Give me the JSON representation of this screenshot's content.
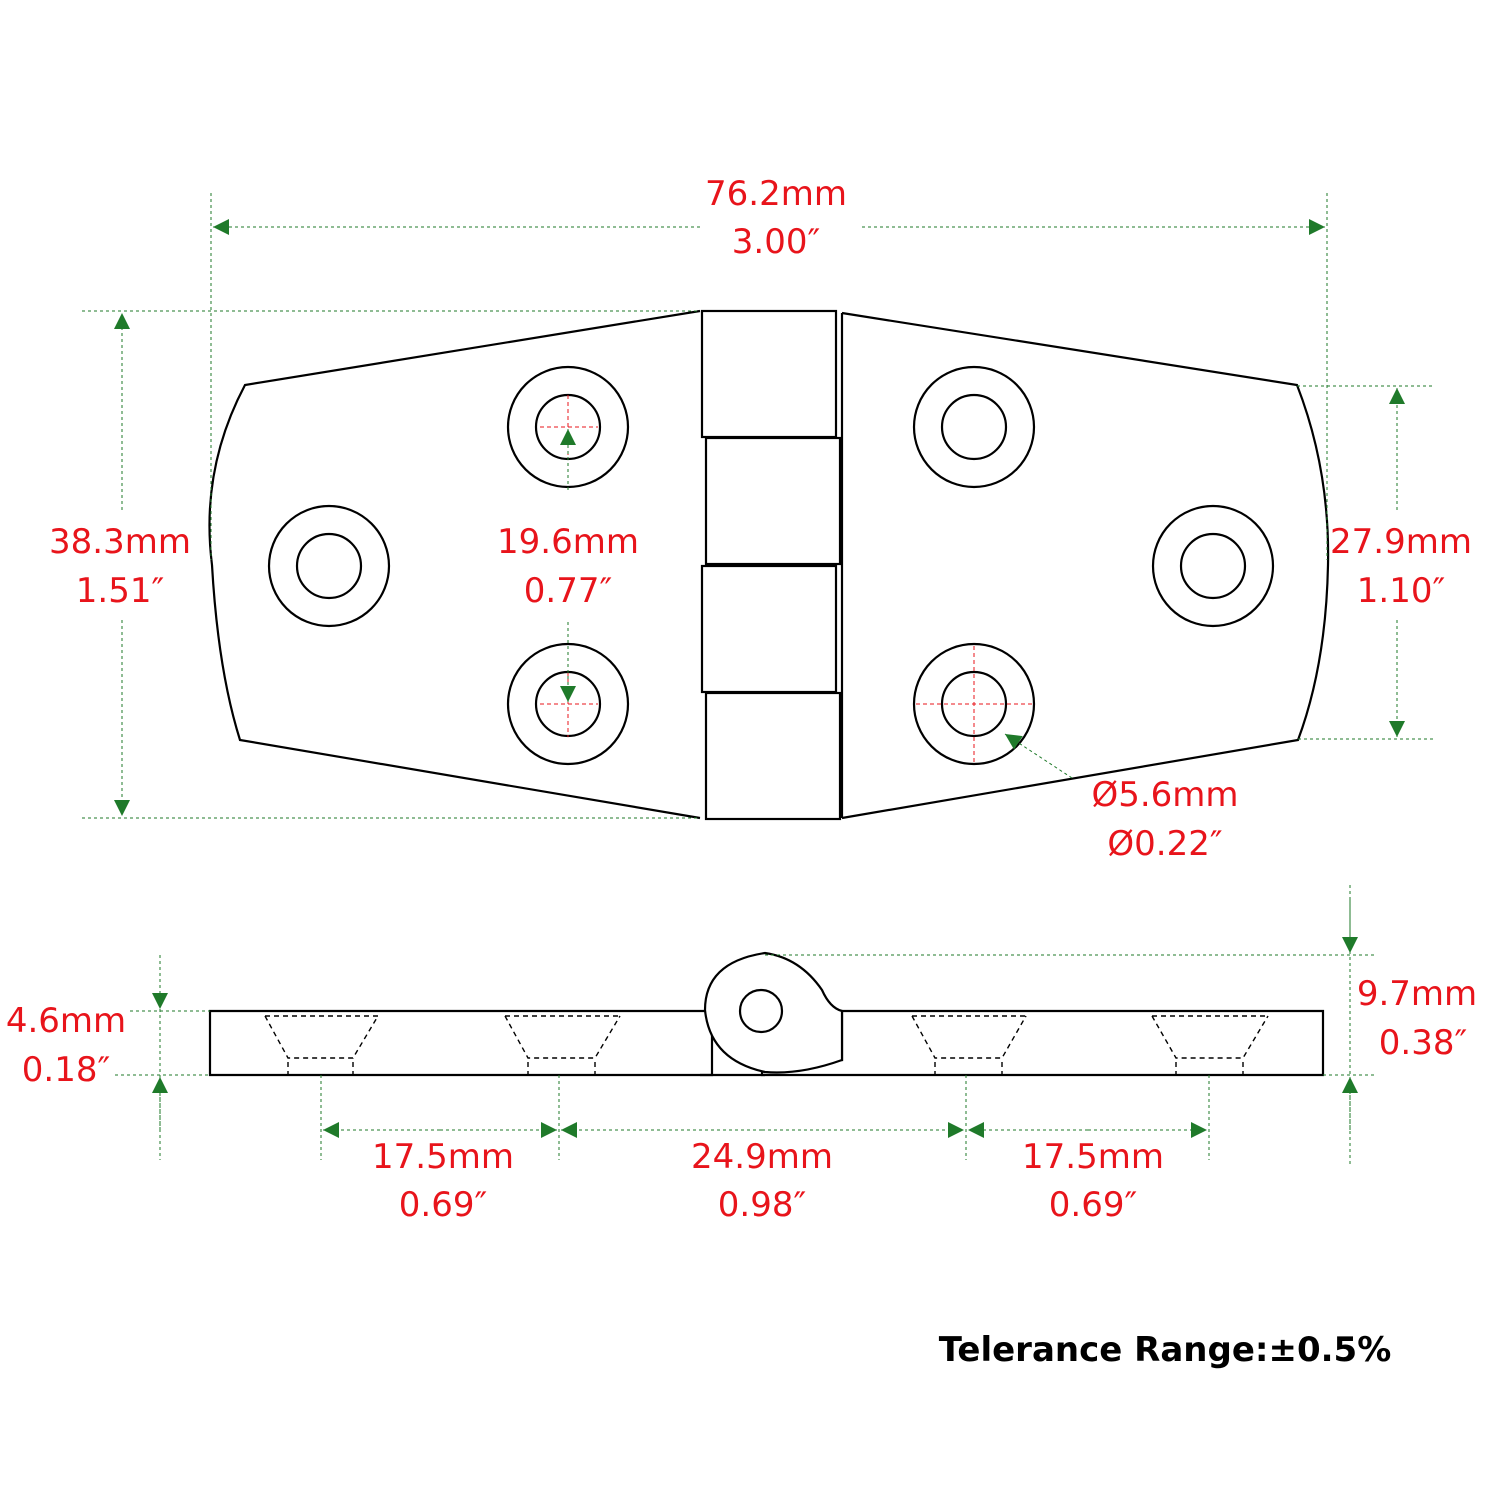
{
  "colors": {
    "dimension_text": "#e8141b",
    "dimension_lines": "#1f7a2a",
    "center_marks": "#e8141b",
    "outline": "#000000",
    "note_text": "#000000"
  },
  "dimensions": {
    "overall_length": {
      "metric": "76.2mm",
      "imperial": "3.00″"
    },
    "overall_width": {
      "metric": "38.3mm",
      "imperial": "1.51″"
    },
    "hole_spacing_vertical": {
      "metric": "19.6mm",
      "imperial": "0.77″"
    },
    "outer_hole_spacing": {
      "metric": "27.9mm",
      "imperial": "1.10″"
    },
    "hole_diameter": {
      "metric": "Ø5.6mm",
      "imperial": "Ø0.22″"
    },
    "leaf_thickness": {
      "metric": "4.6mm",
      "imperial": "0.18″"
    },
    "knuckle_height": {
      "metric": "9.7mm",
      "imperial": "0.38″"
    },
    "left_hole_pitch": {
      "metric": "17.5mm",
      "imperial": "0.69″"
    },
    "center_hole_pitch": {
      "metric": "24.9mm",
      "imperial": "0.98″"
    },
    "right_hole_pitch": {
      "metric": "17.5mm",
      "imperial": "0.69″"
    }
  },
  "note": {
    "tolerance": "Telerance Range:±0.5%"
  }
}
